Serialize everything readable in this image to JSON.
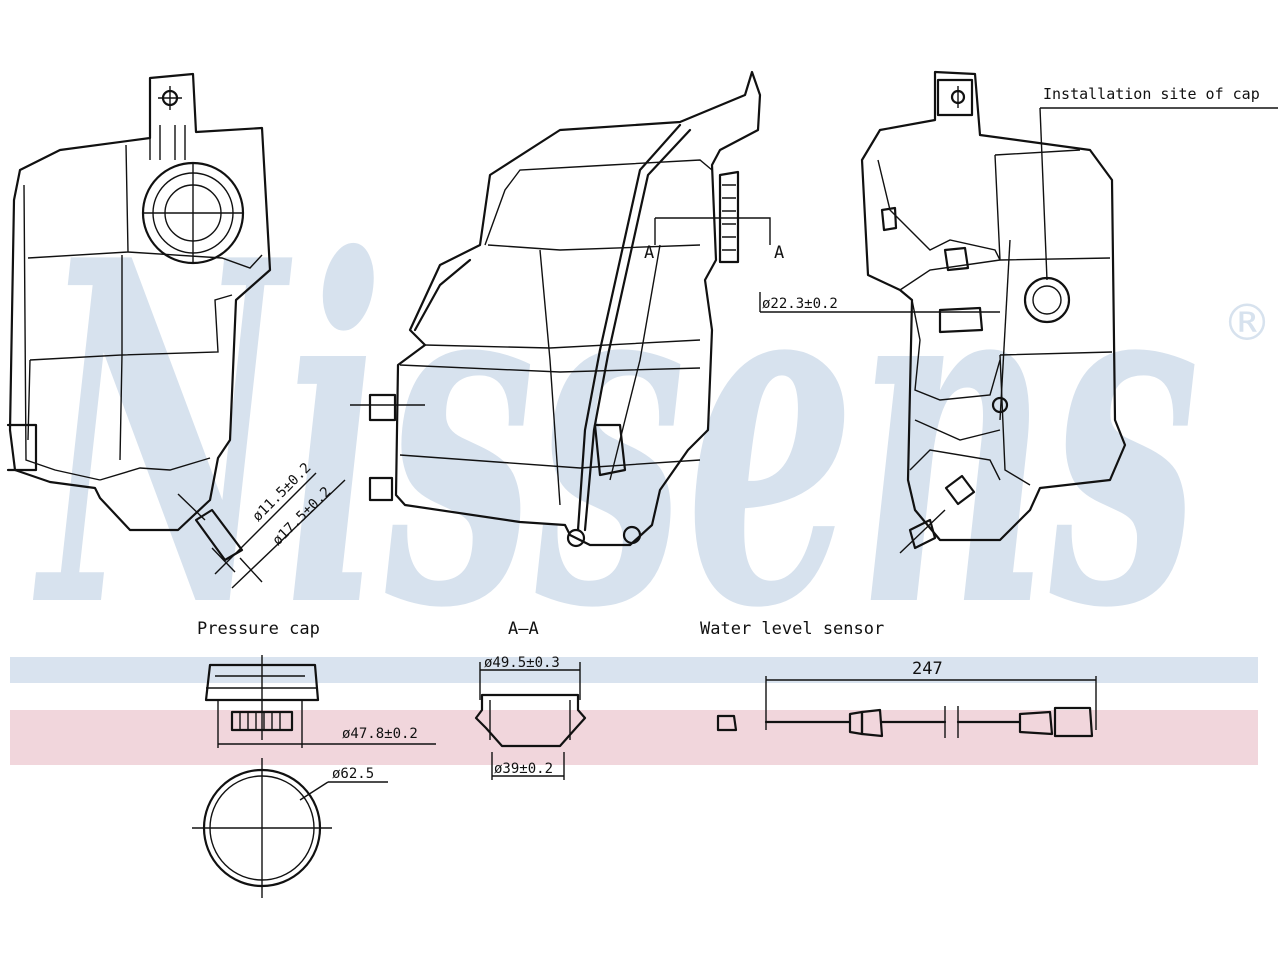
{
  "watermark": {
    "text": "Nissens",
    "mark": "®"
  },
  "colors": {
    "watermark_blue": "#d7e2ee",
    "band_blue": "#d9e3ef",
    "band_pink": "#f1d6dc",
    "line": "#111111"
  },
  "callouts": {
    "installation_site": "Installation site of cap",
    "section_a_left": "A",
    "section_a_right": "A",
    "d22": "ø22.3±0.2",
    "d11": "ø11.5±0.2",
    "d17": "ø17.5±0.2"
  },
  "details": {
    "pressure_cap": {
      "title": "Pressure cap",
      "d47": "ø47.8±0.2",
      "d62": "ø62.5"
    },
    "section": {
      "title": "A–A",
      "d49": "ø49.5±0.3",
      "d39": "ø39±0.2"
    },
    "sensor": {
      "title": "Water level sensor",
      "length": "247"
    }
  }
}
